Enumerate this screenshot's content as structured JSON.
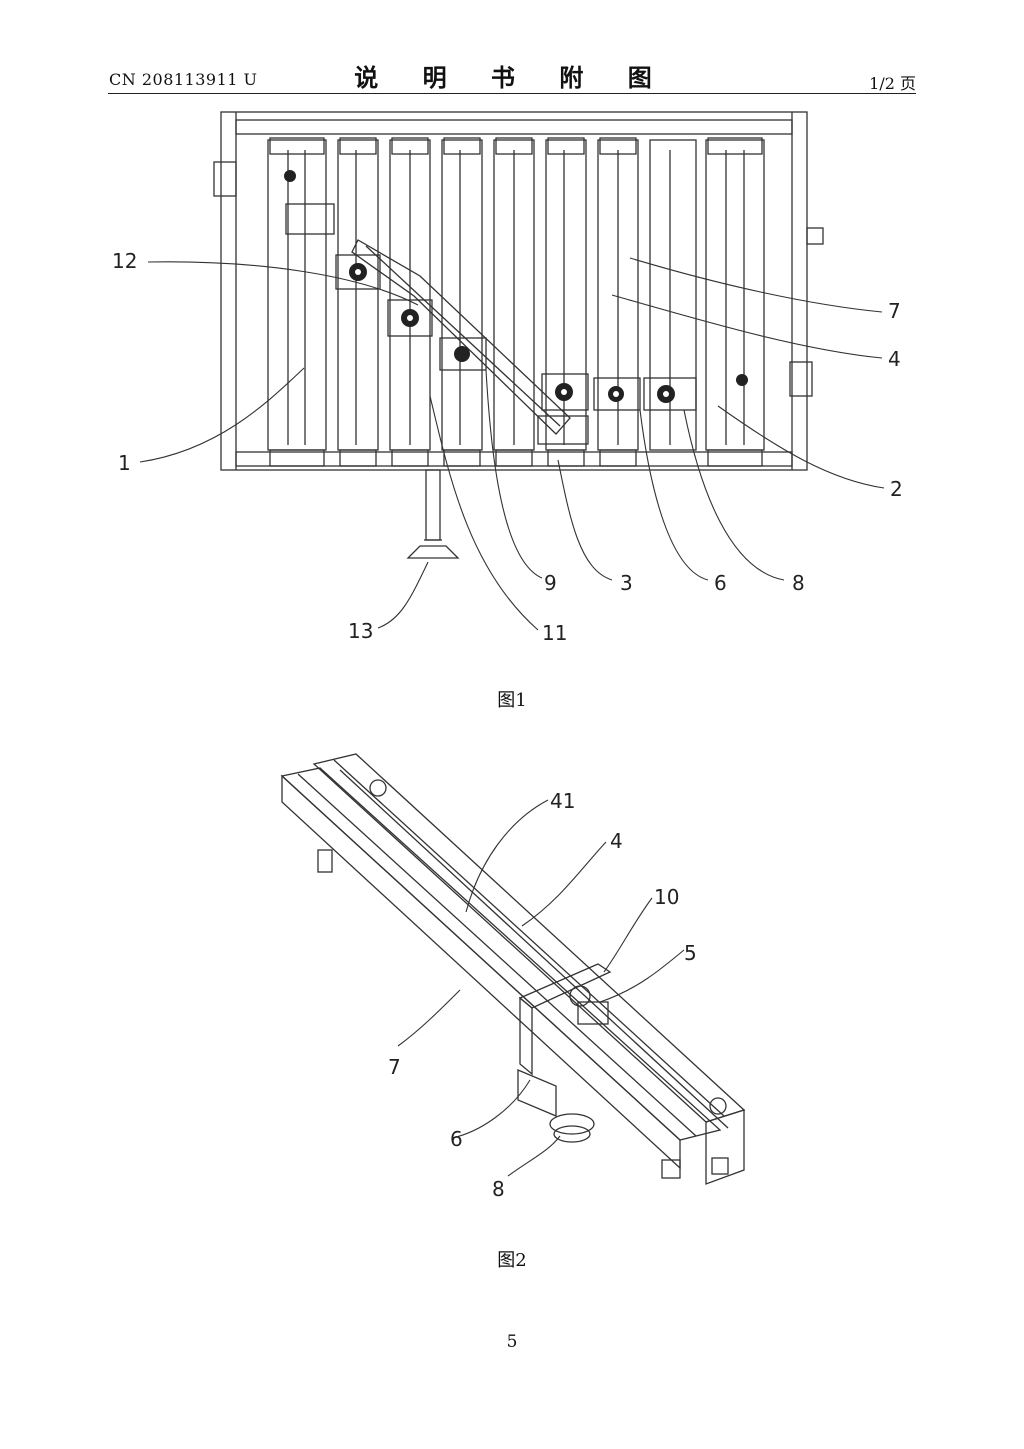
{
  "header": {
    "publication_number": "CN 208113911 U",
    "title": "说 明 书 附 图",
    "page_of": "1/2 页"
  },
  "figure1": {
    "caption": "图1",
    "labels": [
      "12",
      "7",
      "4",
      "1",
      "2",
      "9",
      "3",
      "6",
      "8",
      "13",
      "11"
    ]
  },
  "figure2": {
    "caption": "图2",
    "labels": [
      "41",
      "4",
      "10",
      "5",
      "7",
      "6",
      "8"
    ]
  },
  "footer": {
    "page_number": "5"
  }
}
